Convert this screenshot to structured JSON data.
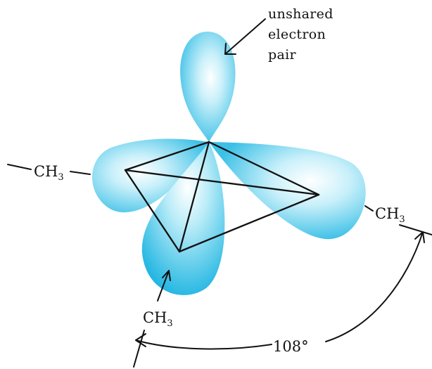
{
  "labels": {
    "ch3_left": {
      "main": "CH",
      "sub": "3"
    },
    "ch3_right": {
      "main": "CH",
      "sub": "3"
    },
    "ch3_bottom": {
      "main": "CH",
      "sub": "3"
    },
    "lone_pair": {
      "line1": "unshared",
      "line2": "electron",
      "line3": "pair"
    },
    "angle": "108°"
  },
  "colors": {
    "orbital_center": "#ffffff",
    "orbital_mid": "#a7e6f5",
    "orbital_edge": "#4cc5e6",
    "orbital_dark": "#00a9df",
    "lines": "#111111"
  }
}
